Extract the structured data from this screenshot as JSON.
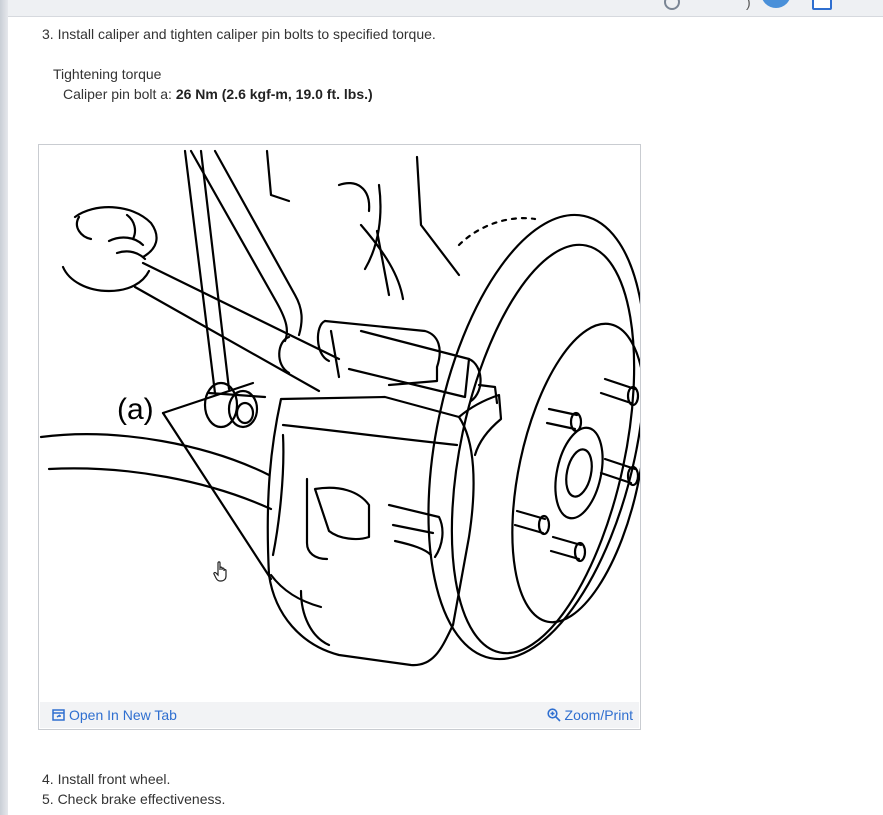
{
  "steps": {
    "step3": "3. Install caliper and tighten caliper pin bolts to specified torque.",
    "torque_heading": "Tightening torque",
    "torque_label": "Caliper pin bolt a: ",
    "torque_value": "26 Nm (2.6 kgf-m, 19.0 ft. lbs.)",
    "step4": "4. Install front wheel.",
    "step5": "5. Check brake effectiveness."
  },
  "figure": {
    "callout": "(a)",
    "open_new_tab": "Open In New Tab",
    "zoom_print": "Zoom/Print"
  },
  "icons": {
    "open_tab": "external-window-icon",
    "zoom": "magnifier-icon",
    "cursor": "hand-pointer-icon"
  },
  "colors": {
    "link": "#2f6fd0",
    "text": "#333333",
    "avatar": "#4a90d9"
  }
}
